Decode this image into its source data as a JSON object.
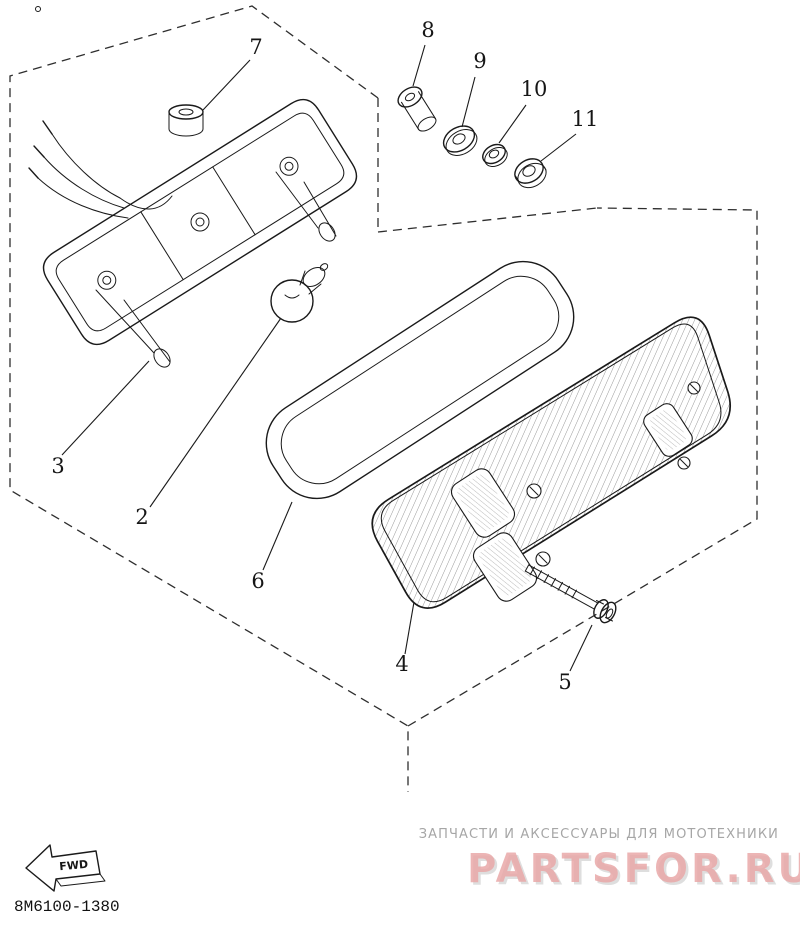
{
  "page": {
    "background_color": "#ffffff",
    "ink_color": "#1a1a1a"
  },
  "diagram": {
    "part_number": "8M6100-1380",
    "fwd_label": "FWD",
    "callouts": {
      "c2": "2",
      "c3": "3",
      "c4": "4",
      "c5": "5",
      "c6": "6",
      "c7": "7",
      "c8": "8",
      "c9": "9",
      "c10": "10",
      "c11": "11"
    }
  },
  "watermark": {
    "tagline": "ЗАПЧАСТИ И АКСЕССУАРЫ ДЛЯ МОТОТЕХНИКИ",
    "brand": "PARTSFOR.RU",
    "tagline_color": "#a6a6a6",
    "brand_color": "#e9a9a9"
  }
}
